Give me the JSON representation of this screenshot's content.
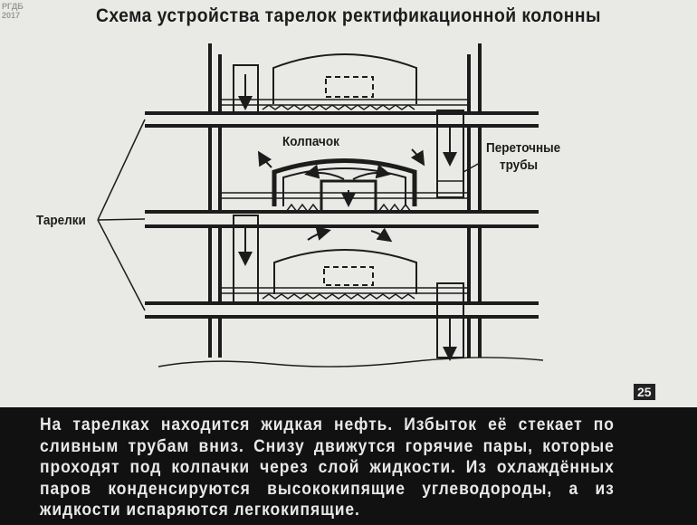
{
  "watermark": [
    "РГДБ",
    "2017"
  ],
  "title": "Схема устройства тарелок ректификационной колонны",
  "labels": {
    "cap": "Колпачок",
    "downcomers_line1": "Переточные",
    "downcomers_line2": "трубы",
    "plates": "Тарелки"
  },
  "page_number": "25",
  "caption": "На тарелках находится жидкая нефть. Избыток её стекает по сливным трубам вниз. Снизу движутся горячие пары, которые проходят под колпачки через слой жидкости. Из охлаждённых паров конденсируются высококипящие углеводороды, а из жидкости испаряются легкокипящие."
}
